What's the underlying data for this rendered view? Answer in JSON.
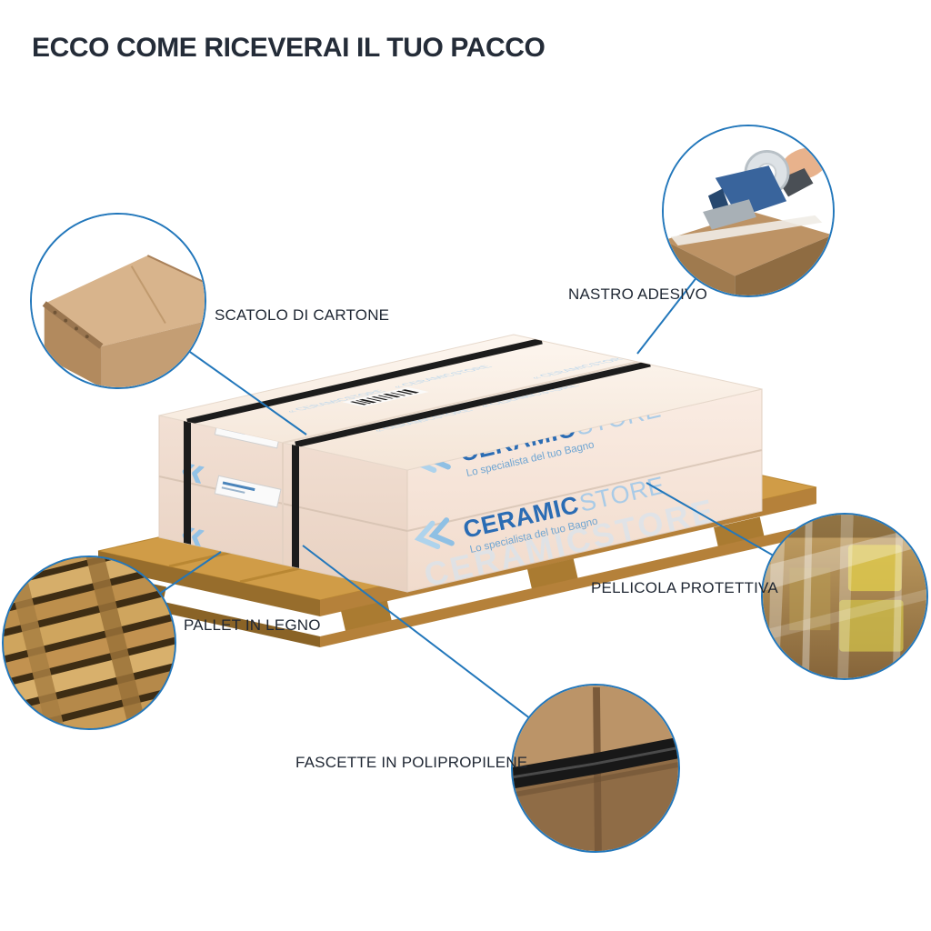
{
  "page": {
    "title": "ECCO COME RICEVERAI IL TUO PACCO"
  },
  "colors": {
    "accent_blue": "#2277bb",
    "brand_blue": "#2a6cb4",
    "brand_light_blue": "#a9cbe7",
    "cardboard": "#d8b48c",
    "pallet_wood": "#d09c47",
    "strap_black": "#1c1c1c",
    "text_dark": "#232b36"
  },
  "package": {
    "brand_primary": "CERAMIC",
    "brand_secondary": "STORE",
    "tagline": "Lo specialista del tuo Bagno",
    "watermark": "CERAMICSTORE",
    "top_watermark": "« CERAMICSTORE"
  },
  "callouts": {
    "scatolo": {
      "label": "SCATOLO DI CARTONE",
      "photo": "cardboard-box-corner"
    },
    "nastro": {
      "label": "NASTRO ADESIVO",
      "photo": "tape-gun-sealing-box"
    },
    "pallet": {
      "label": "PALLET IN LEGNO",
      "photo": "stacked-wooden-pallets"
    },
    "pellicola": {
      "label": "PELLICOLA PROTETTIVA",
      "photo": "stretch-film-wrapped-pallet"
    },
    "fascette": {
      "label": "FASCETTE IN POLIPROPILENE",
      "photo": "polypropylene-strap-on-box"
    }
  }
}
